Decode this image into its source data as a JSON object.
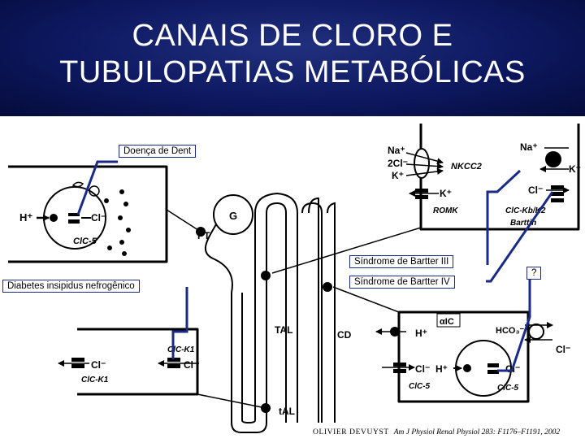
{
  "slide": {
    "title_line1": "CANAIS DE CLORO E",
    "title_line2": "TUBULOPATIAS METABÓLICAS",
    "colors": {
      "header_bg": "#0d1860",
      "callout_line": "#1a2b86",
      "ink": "#000000"
    }
  },
  "callouts": {
    "dent": "Doença de Dent",
    "bartter3": "Síndrome de Bartter III",
    "bartter4": "Síndrome de Bartter IV",
    "diabetes": "Diabetes insipidus nefrogênico",
    "unknown": "?"
  },
  "diagram": {
    "pt_cell": {
      "h": "H⁺",
      "cl": "Cl⁻",
      "channel": "ClC-5"
    },
    "nephron": {
      "g": "G",
      "pt": "PT",
      "tal": "TAL",
      "cd": "CD",
      "tal_thin": "tAL"
    },
    "tal_cell": {
      "na": "Na⁺",
      "cl2": "2Cl⁻",
      "k": "K⁺",
      "nkcc2": "NKCC2",
      "k2": "K⁺",
      "romk": "ROMK",
      "na_right": "Na⁺",
      "k_right": "K⁺",
      "cl_right": "Cl⁻",
      "clc_kb": "ClC-Kb/K2",
      "barttin": "Barttin"
    },
    "talthin_cell": {
      "cl1": "Cl⁻",
      "cl2": "Cl⁻",
      "clck1_a": "ClC-K1",
      "clck1_b": "ClC-K1"
    },
    "cd_cell": {
      "alpha_ic": "αIC",
      "h": "H⁺",
      "hco3": "HCO₃⁻",
      "cl_out": "Cl⁻",
      "cl_left": "Cl⁻",
      "h2": "H⁺",
      "cl_inner": "Cl⁻",
      "clc5_a": "ClC-5",
      "clc5_b": "ClC-5"
    }
  },
  "footer": {
    "author": "OLIVIER DEVUYST",
    "citation": "Am J Physiol Renal Physiol 283: F1176–F1191, 2002"
  }
}
